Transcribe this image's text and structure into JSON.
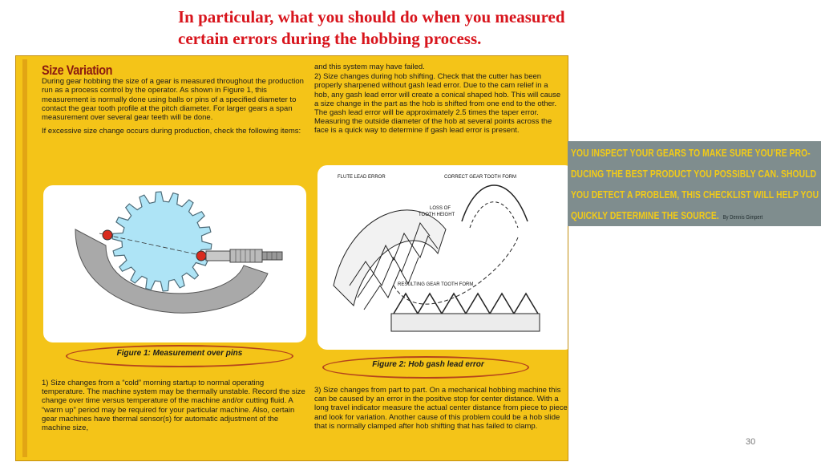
{
  "slide": {
    "title_line1": "In particular, what you should do when you measured",
    "title_line2": "certain errors during the hobbing process.",
    "page_number": "30"
  },
  "article": {
    "heading": "Size Variation",
    "intro": "During gear hobbing the size of a gear is measured throughout the production run as a process control by the operator. As shown in Figure 1, this measurement is normally done using balls or pins of a specified diameter to contact the gear tooth profile at the pitch diameter. For larger gears a span measurement over several gear teeth will be done.",
    "check_intro": "If excessive size change occurs during production, check the following items:",
    "item1": "1) Size changes from a “cold” morning startup to normal operating temperature. The machine system may be thermally unstable. Record the size change over time versus temperature of the machine and/or cutting fluid. A “warm up” period may be required for your particular machine. Also, certain gear machines have thermal sensor(s) for automatic adjustment of the machine size,",
    "item1_cont": "and this system may have failed.",
    "item2": "2) Size changes during hob shifting. Check that the cutter has been properly sharpened without gash lead error. Due to the cam relief in a hob, any gash lead error will create a conical shaped hob. This will cause a size change in the part as the hob is shifted from one end to the other. The gash lead error will be approximately 2.5 times the taper error. Measuring the outside diameter of the hob at several points across the face is a quick way to determine if gash lead error is present.",
    "item3": "3) Size changes from part to part. On a mechanical hobbing machine this can be caused by an error in the positive stop for center distance. With a long travel indicator measure the actual center distance from piece to piece and look for variation. Another cause of this problem could be a hob slide that is normally clamped after hob shifting that has failed to clamp.",
    "figure1_caption": "Figure 1: Measurement over pins",
    "figure2_caption": "Figure 2: Hob gash lead error",
    "figure2_labels": {
      "flute": "FLUTE LEAD ERROR",
      "correct": "CORRECT GEAR TOOTH FORM",
      "loss1": "LOSS OF",
      "loss2": "TOOTH HEIGHT",
      "resulting": "RESULTING GEAR TOOTH FORM"
    }
  },
  "banner": {
    "line1": "YOU INSPECT YOUR GEARS TO MAKE SURE YOU’RE PRO-",
    "line2": "DUCING THE BEST PRODUCT YOU POSSIBLY CAN. SHOULD",
    "line3": "YOU DETECT A PROBLEM, THIS CHECKLIST WILL HELP YOU",
    "line4": "QUICKLY DETERMINE THE SOURCE.",
    "author": "By Dennis Gimpert"
  },
  "colors": {
    "title": "#d8141c",
    "panel": "#f4c418",
    "heading": "#8a1a10",
    "banner_bg": "#7f8d8e",
    "banner_text": "#f2cb17",
    "gear": "#aee4f6",
    "micrometer": "#a9a9a9",
    "pin": "#d92b1e"
  }
}
